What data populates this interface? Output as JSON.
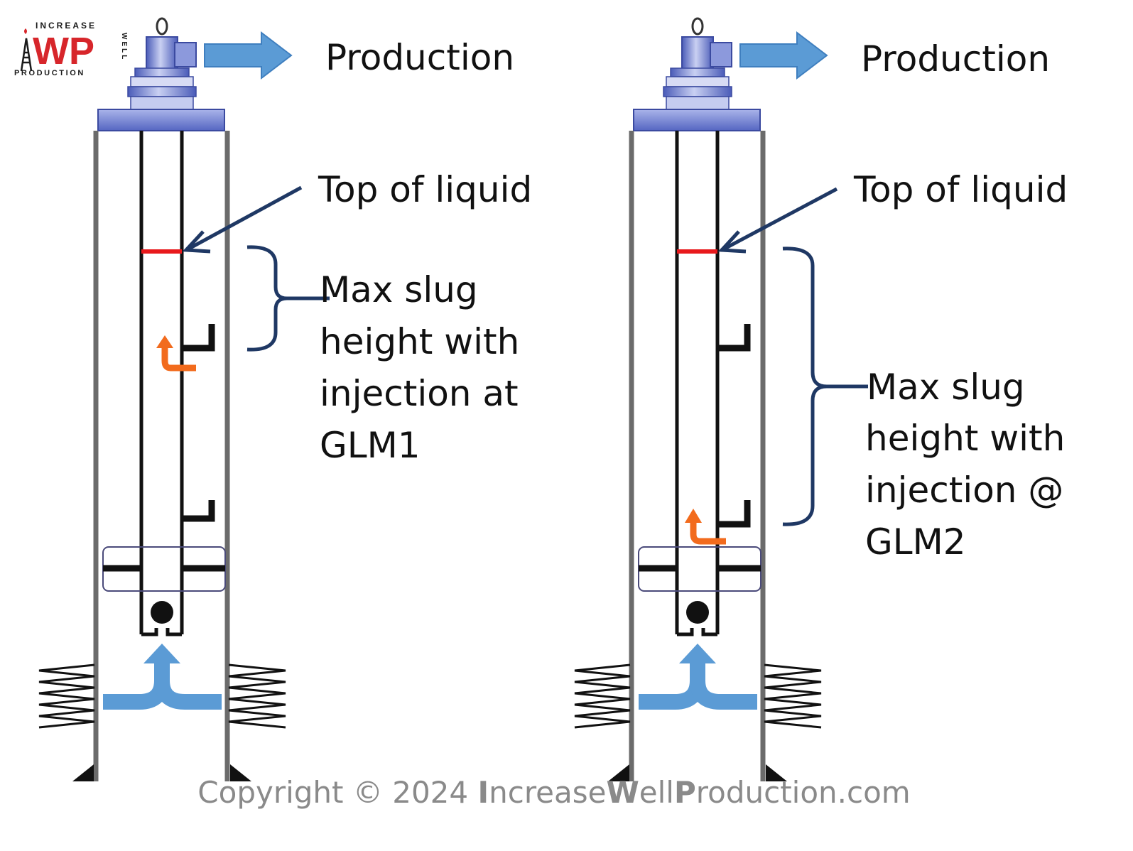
{
  "logo": {
    "top_text": "INCREASE",
    "main_text": "WP",
    "side_text": "WELL",
    "bottom_text": "PRODUCTION",
    "colors": {
      "red": "#d7262b",
      "dark": "#1a1a1a"
    }
  },
  "panels": [
    {
      "production_label": "Production",
      "top_label": "Top of liquid",
      "slug_lines": [
        "Max slug",
        "height with",
        "injection at",
        "GLM1"
      ]
    },
    {
      "production_label": "Production",
      "top_label": "Top of liquid",
      "slug_lines": [
        "Max slug",
        "height with",
        "injection @",
        "GLM2"
      ]
    }
  ],
  "copyright": {
    "prefix": "Copyright © 2024 ",
    "parts": [
      {
        "text": "I",
        "bold": true
      },
      {
        "text": "ncrease",
        "bold": false
      },
      {
        "text": "W",
        "bold": true
      },
      {
        "text": "ell",
        "bold": false
      },
      {
        "text": "P",
        "bold": true
      },
      {
        "text": "roduction.com",
        "bold": false
      }
    ]
  },
  "colors": {
    "casing": "#6b6b6b",
    "tubing": "#111111",
    "liquid_level": "#e8191c",
    "flow_arrow": "#5b9bd5",
    "injection_arrow": "#f26b1d",
    "leader": "#1f3864",
    "wellhead": "#6f7fd0",
    "copyright": "#8a8a8a"
  },
  "icons": [
    "production-arrow-icon",
    "gas-injection-arrow-icon",
    "inflow-arrow-icon",
    "wellhead-icon",
    "check-ball-icon"
  ]
}
